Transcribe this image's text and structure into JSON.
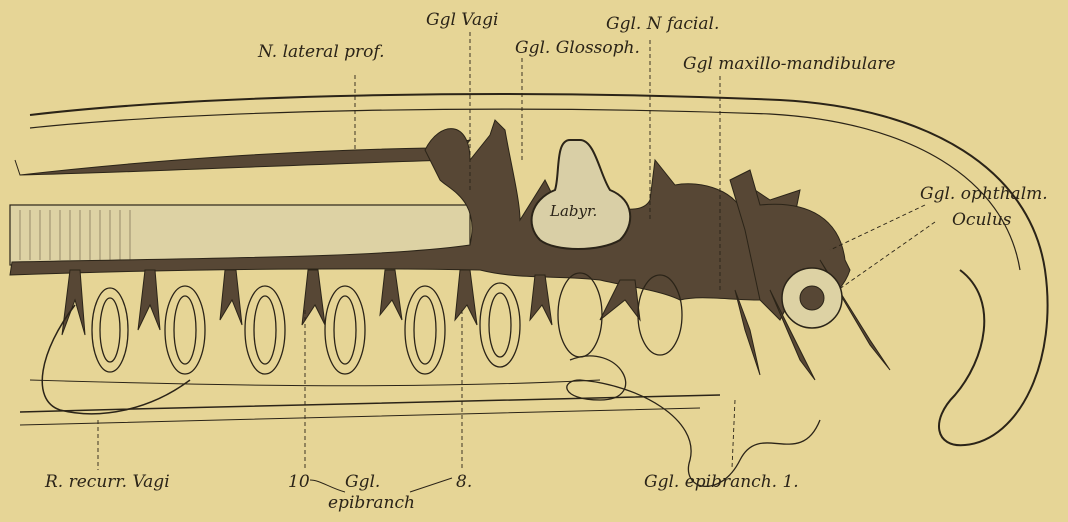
{
  "labels": {
    "n_lateral_prof": "N. lateral prof.",
    "ggl_vagi": "Ggl Vagi",
    "ggl_glossoph": "Ggl. Glossoph.",
    "ggl_n_facial": "Ggl. N facial.",
    "ggl_maxillo": "Ggl maxillo-mandibulare",
    "ggl_ophthalm": "Ggl. ophthalm.",
    "oculus": "Oculus",
    "labyr": "Labyr.",
    "r_recurr_vagi": "R. recurr. Vagi",
    "num_10": "10",
    "ggl_epi": "Ggl.",
    "num_8": "8.",
    "epibranch": "epibranch",
    "ggl_epibranch_1": "Ggl. epibranch. 1."
  },
  "colors": {
    "background": "#e6d596",
    "ink": "#2b2418",
    "tissue_fill": "#574735",
    "cartilage": "#d9cfa6"
  }
}
